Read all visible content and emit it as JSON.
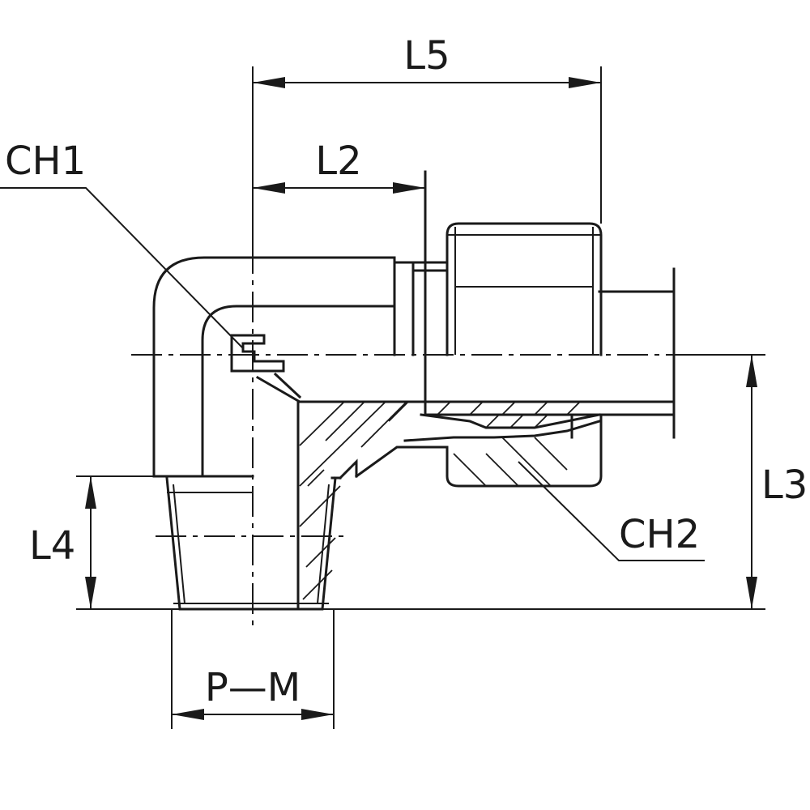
{
  "labels": {
    "l5": "L5",
    "l2": "L2",
    "ch1": "CH1",
    "l3": "L3",
    "l4": "L4",
    "ch2": "CH2",
    "pm": "P—M"
  },
  "colors": {
    "stroke": "#1a1a1a",
    "background": "#ffffff"
  }
}
